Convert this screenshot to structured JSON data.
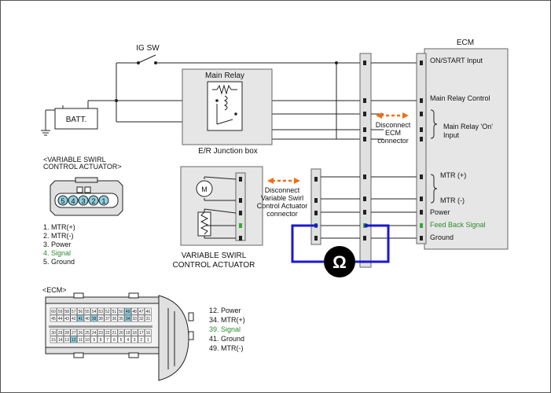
{
  "ig_sw": "IG SW",
  "batt": "BATT.",
  "main_relay": "Main Relay",
  "er_junction": "E/R Junction box",
  "ecm_box_title": "ECM",
  "ecm_pins": {
    "on_start": "ON/START Input",
    "main_relay_control": "Main Relay Control",
    "main_relay_on_1": "Main Relay 'On'",
    "main_relay_on_2": "Input",
    "mtr_plus": "MTR (+)",
    "mtr_minus": "MTR (-)",
    "power": "Power",
    "feedback": "Feed Back Signal",
    "ground": "Ground"
  },
  "disconnect_ecm": [
    "Disconnect",
    "ECM",
    "connector"
  ],
  "disconnect_vsca": [
    "Disconnect",
    "Variable Swirl",
    "Control Actuator",
    "connector"
  ],
  "motor_label": "M",
  "ohm_symbol": "Ω",
  "vsca_box_label": [
    "VARIABLE SWIRL",
    "CONTROL ACTUATOR"
  ],
  "vsca_conn_title": [
    "<VARIABLE SWIRL",
    "CONTROL ACTUATOR>"
  ],
  "vsca_conn_pins": [
    "5",
    "4",
    "3",
    "2",
    "1"
  ],
  "vsca_pin_list": [
    "1. MTR(+)",
    "2. MTR(-)",
    "3. Power",
    "4. Signal",
    "5. Ground"
  ],
  "ecm_conn_title": "<ECM>",
  "ecm_row1": [
    "60",
    "59",
    "58",
    "57",
    "56",
    "55",
    "54",
    "53",
    "52",
    "51",
    "50",
    "49",
    "48",
    "47",
    "46"
  ],
  "ecm_row2": [
    "45",
    "44",
    "43",
    "42",
    "41",
    "40",
    "39",
    "38",
    "37",
    "36",
    "35",
    "34",
    "33",
    "32",
    "31"
  ],
  "ecm_row3": [
    "30",
    "29",
    "28",
    "27",
    "26",
    "25",
    "24",
    "23",
    "22",
    "21",
    "20",
    "19",
    "18",
    "17",
    "16"
  ],
  "ecm_row4": [
    "15",
    "14",
    "13",
    "12",
    "11",
    "10",
    "9",
    "8",
    "7",
    "6",
    "5",
    "4",
    "3",
    "2",
    "1"
  ],
  "ecm_pin_list": [
    "12. Power",
    "34. MTR(+)",
    "39. Signal",
    "41. Ground",
    "49. MTR(-)"
  ],
  "colors": {
    "signal": "#2e8b2e",
    "meter_loop": "#1a1acc",
    "arrow": "#f07010"
  }
}
